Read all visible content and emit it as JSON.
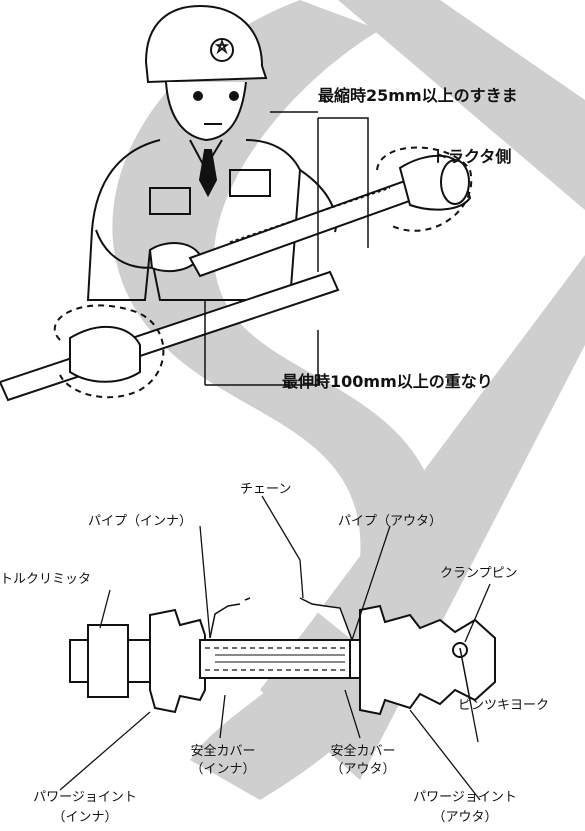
{
  "top": {
    "min_clearance": "最縮時25mm以上のすきま",
    "tractor_side": "トラクタ側",
    "max_overlap": "最伸時100mm以上の重なり"
  },
  "bottom": {
    "chain": "チェーン",
    "pipe_inner": "パイプ（インナ）",
    "pipe_outer": "パイプ（アウタ）",
    "torque_limiter": "トルクリミッタ",
    "clamp_pin": "クランプピン",
    "cover_inner_1": "安全カバー",
    "cover_inner_2": "（インナ）",
    "cover_outer_1": "安全カバー",
    "cover_outer_2": "（アウタ）",
    "pin_yoke": "ピンツキヨーク",
    "pj_inner_1": "パワージョイント",
    "pj_inner_2": "（インナ）",
    "pj_outer_1": "パワージョイント",
    "pj_outer_2": "（アウタ）"
  },
  "colors": {
    "ink": "#111111",
    "watermark": "#cfcfcf"
  }
}
